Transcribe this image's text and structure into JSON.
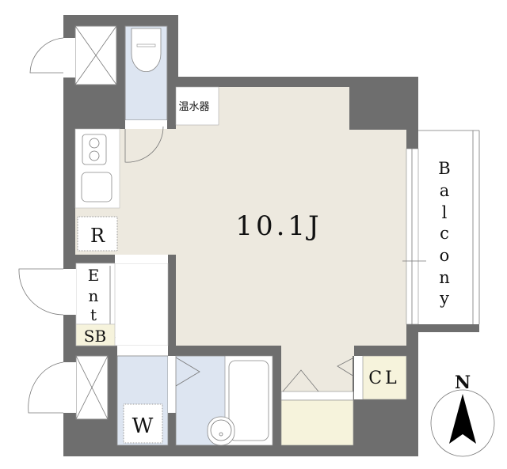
{
  "plan": {
    "main_room_label": "10.1J",
    "water_heater_label": "温水器",
    "refrigerator_label": "R",
    "entrance_label": [
      "E",
      "n",
      "t"
    ],
    "shoe_box_label": "SB",
    "washer_label": "W",
    "closet_label": "CL",
    "balcony_label": [
      "B",
      "a",
      "l",
      "c",
      "o",
      "n",
      "y"
    ],
    "north_label": "N"
  },
  "colors": {
    "wall": "#6e6e6e",
    "floor": "#ede9df",
    "wet_area": "#dde5f1",
    "storage": "#f6f3dc"
  }
}
